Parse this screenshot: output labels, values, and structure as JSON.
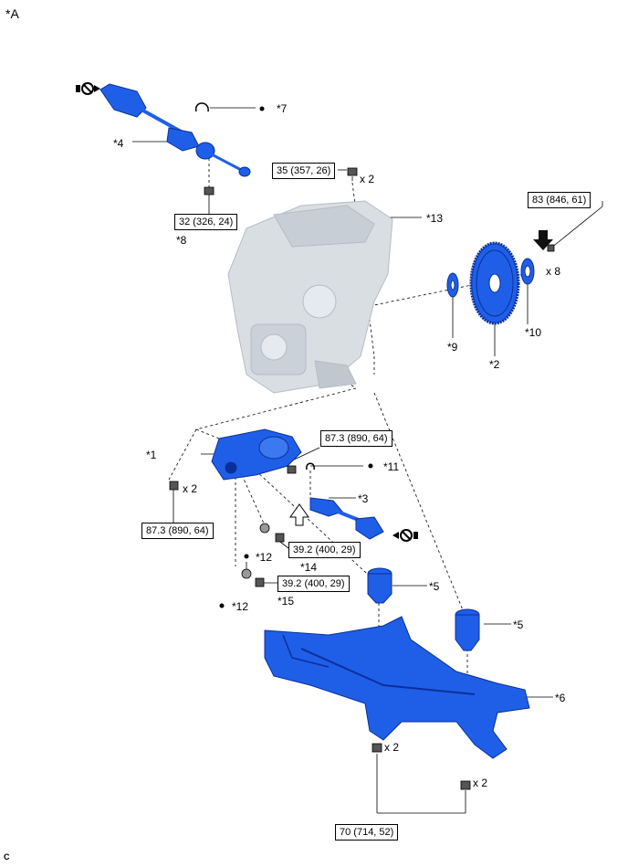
{
  "view_label": "*A",
  "footer_code": "C",
  "parts": {
    "p1": "*1",
    "p2": "*2",
    "p3": "*3",
    "p4": "*4",
    "p5a": "*5",
    "p5b": "*5",
    "p6": "*6",
    "p7": "*7",
    "p8": "*8",
    "p9": "*9",
    "p10": "*10",
    "p11": "*11",
    "p12a": "*12",
    "p12b": "*12",
    "p13": "*13",
    "p14": "*14",
    "p15": "*15"
  },
  "torques": {
    "t35": "35 (357, 26)",
    "t32": "32 (326, 24)",
    "t83": "83 (846, 61)",
    "t873a": "87.3 (890, 64)",
    "t873b": "87.3 (890, 64)",
    "t392a": "39.2 (400, 29)",
    "t392b": "39.2 (400, 29)",
    "t70": "70 (714, 52)"
  },
  "quantities": {
    "q_bolt35": "x 2",
    "q_bolt83": "x 8",
    "q_bolt873": "x 2",
    "q_mount_a": "x 2",
    "q_mount_b": "x 2"
  },
  "colors": {
    "part_blue": "#1f5fe8",
    "part_blue_dark": "#0b2f9a",
    "engine_gray": "#d9dee3"
  },
  "icons": [
    "do-not-reuse-icon",
    "do-not-reuse-icon",
    "grease-apply-arrow-icon",
    "front-arrow-icon",
    "non-reusable-dot-icon"
  ]
}
